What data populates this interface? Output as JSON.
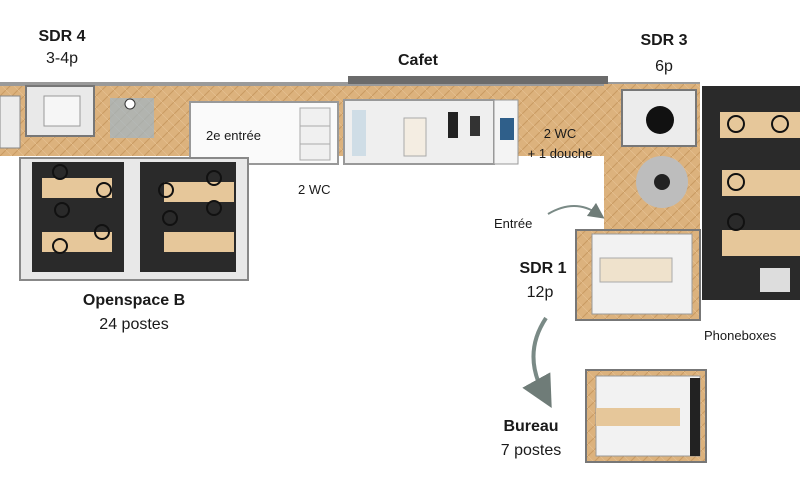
{
  "rooms": {
    "sdr4": {
      "name": "SDR 4",
      "capacity": "3-4p"
    },
    "cafet": {
      "name": "Cafet"
    },
    "sdr3": {
      "name": "SDR 3",
      "capacity": "6p"
    },
    "sdr1": {
      "name": "SDR 1",
      "capacity": "12p"
    },
    "openspace_b": {
      "name": "Openspace B",
      "capacity": "24 postes"
    },
    "bureau": {
      "name": "Bureau",
      "capacity": "7 postes"
    }
  },
  "labels": {
    "second_entrance": "2e entrée",
    "wc_left": "2 WC",
    "wc_right_line1": "2 WC",
    "wc_right_line2": "+ 1 douche",
    "entrance": "Entrée",
    "phoneboxes": "Phoneboxes"
  },
  "colors": {
    "wood": "#d9b07c",
    "wood_dark": "#c99a62",
    "wall": "#f2f2f2",
    "wall_edge": "#9a9a9a",
    "desk_floor": "#2a2a2a",
    "desk": "#e6c79a",
    "arrow": "#7a8a86"
  }
}
